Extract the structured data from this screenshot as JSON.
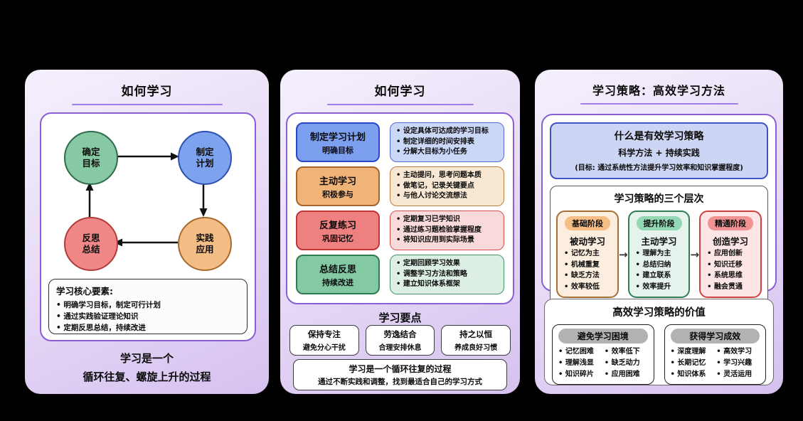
{
  "palette": {
    "background": "#000000",
    "panel_gradient_top": "#f5f0fc",
    "panel_gradient_bottom": "#d5c1f0",
    "purple_border": "#8a5fd6",
    "title_underline": "#a07ee8",
    "green_fill": "#87c9a4",
    "green_border": "#2d6b49",
    "blue_fill": "#7ea3ee",
    "blue_border": "#2d50b0",
    "red_fill": "#ef8787",
    "red_border": "#b23a3a",
    "orange_fill": "#f3bd86",
    "orange_border": "#a96a2e",
    "gray_pill": "#b2b2b2"
  },
  "icons": {
    "arrow_right": "→"
  },
  "cycle_panel": {
    "title": "如何学习",
    "nodes": [
      {
        "line1": "确定",
        "line2": "目标"
      },
      {
        "line1": "制定",
        "line2": "计划"
      },
      {
        "line1": "反思",
        "line2": "总结"
      },
      {
        "line1": "实践",
        "line2": "应用"
      }
    ],
    "core": {
      "heading": "学习核心要素:",
      "bullets": [
        "明确学习目标，制定可行计划",
        "通过实践验证理论知识",
        "定期反思总结，持续改进"
      ]
    },
    "caption": {
      "line1": "学习是一个",
      "line2": "循环往复、螺旋上升的过程"
    }
  },
  "steps_panel": {
    "title": "如何学习",
    "rows": [
      {
        "label": "制定学习计划",
        "sublabel": "明确目标",
        "bullets": [
          "设定具体可达成的学习目标",
          "制定详细的时间安排表",
          "分解大目标为小任务"
        ]
      },
      {
        "label": "主动学习",
        "sublabel": "积极参与",
        "bullets": [
          "主动提问，思考问题本质",
          "做笔记，记录关键要点",
          "与他人讨论交流想法"
        ]
      },
      {
        "label": "反复练习",
        "sublabel": "巩固记忆",
        "bullets": [
          "定期复习已学知识",
          "通过练习题检验掌握程度",
          "将知识应用到实际场景"
        ]
      },
      {
        "label": "总结反思",
        "sublabel": "持续改进",
        "bullets": [
          "定期回顾学习效果",
          "调整学习方法和策略",
          "建立知识体系框架"
        ]
      }
    ],
    "key_points": {
      "heading": "学习要点",
      "items": [
        {
          "title": "保持专注",
          "subtitle": "避免分心干扰"
        },
        {
          "title": "劳逸结合",
          "subtitle": "合理安排休息"
        },
        {
          "title": "持之以恒",
          "subtitle": "养成良好习惯"
        }
      ]
    },
    "summary": {
      "line1": "学习是一个循环往复的过程",
      "line2": "通过不断实践和调整，找到最适合自己的学习方式"
    }
  },
  "strategy_panel": {
    "title": "学习策略：高效学习方法",
    "intro": {
      "heading": "什么是有效学习策略",
      "formula": "科学方法 + 持续实践",
      "goal": "(目标: 通过系统性方法提升学习效率和知识掌握程度)"
    },
    "levels": {
      "heading": "学习策略的三个层次",
      "stages": [
        {
          "badge": "基础阶段",
          "title": "被动学习",
          "bullets": [
            "记忆为主",
            "机械重复",
            "缺乏方法",
            "效率较低"
          ]
        },
        {
          "badge": "提升阶段",
          "title": "主动学习",
          "bullets": [
            "理解为主",
            "总结归纳",
            "建立联系",
            "效率提升"
          ]
        },
        {
          "badge": "精通阶段",
          "title": "创造学习",
          "bullets": [
            "应用创新",
            "知识迁移",
            "系统思维",
            "融会贯通"
          ]
        }
      ]
    },
    "value": {
      "heading": "高效学习策略的价值",
      "groups": [
        {
          "title": "避免学习困境",
          "bullets": [
            "记忆困难",
            "效率低下",
            "理解浅显",
            "缺乏动力",
            "知识碎片",
            "应用困难"
          ]
        },
        {
          "title": "获得学习成效",
          "bullets": [
            "深度理解",
            "高效学习",
            "长期记忆",
            "学习兴趣",
            "知识体系",
            "灵活运用"
          ]
        }
      ]
    }
  }
}
